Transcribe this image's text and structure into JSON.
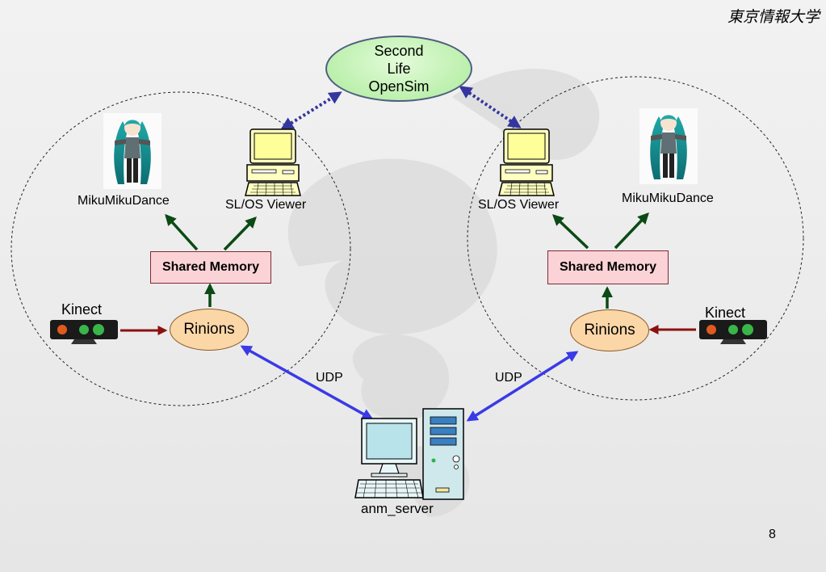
{
  "header": {
    "org_name": "東京情報大学"
  },
  "cloud": {
    "line1": "Second",
    "line2": "Life",
    "line3": "OpenSim"
  },
  "left_group": {
    "miku_label": "MikuMikuDance",
    "viewer_label": "SL/OS Viewer",
    "memory_label": "Shared Memory",
    "rinions_label": "Rinions",
    "kinect_label": "Kinect"
  },
  "right_group": {
    "miku_label": "MikuMikuDance",
    "viewer_label": "SL/OS Viewer",
    "memory_label": "Shared Memory",
    "rinions_label": "Rinions",
    "kinect_label": "Kinect"
  },
  "links": {
    "left_udp": "UDP",
    "right_udp": "UDP"
  },
  "server": {
    "label": "anm_server"
  },
  "page": {
    "number": "8"
  },
  "colors": {
    "green_arrow": "#0b4a14",
    "red_arrow": "#8b1111",
    "blue_arrow": "#3a3ae6",
    "dotted_arrow": "#3535a0"
  }
}
